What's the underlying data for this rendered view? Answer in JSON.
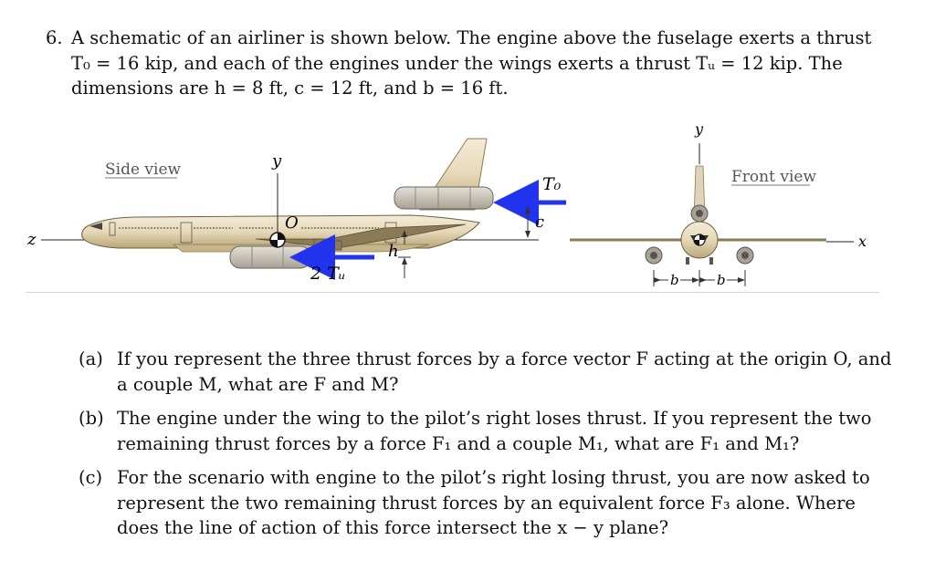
{
  "problem": {
    "number": "6.",
    "intro_lines": [
      "A schematic of an airliner is shown below. The engine above the fuselage exerts a thrust",
      "T₀ = 16 kip, and each of the engines under the wings exerts a thrust Tᵤ = 12 kip. The",
      "dimensions are h = 8 ft, c = 12 ft, and b = 16 ft."
    ]
  },
  "figure": {
    "side_view_label": "Side view",
    "front_view_label": "Front view",
    "axis_z": "z",
    "axis_y_side": "y",
    "axis_y_front": "y",
    "axis_x": "x",
    "origin_label": "O",
    "top_thrust_label": "T₀",
    "lower_thrust_label": "2 Tᵤ",
    "dim_c": "c",
    "dim_h": "h",
    "dim_b_left": "b",
    "dim_b_right": "b",
    "colors": {
      "fuselage": "#e8dcc0",
      "engine": "#c8c2b4",
      "arrow": "#2233ee",
      "belly": "#8a7a55"
    }
  },
  "parts": [
    {
      "label": "(a)",
      "lines": [
        "If you represent the three thrust forces by a force vector F acting at the origin O, and",
        "a couple M, what are F and M?"
      ]
    },
    {
      "label": "(b)",
      "lines": [
        "The engine under the wing to the pilot’s right loses thrust. If you represent the two",
        "remaining thrust forces by a force F₁ and a couple M₁, what are F₁ and M₁?"
      ]
    },
    {
      "label": "(c)",
      "lines": [
        "For the scenario with engine to the pilot’s right losing thrust, you are now asked to",
        "represent the two remaining thrust forces by an equivalent force F₃ alone. Where",
        "does the line of action of this force intersect the x − y plane?"
      ]
    }
  ]
}
